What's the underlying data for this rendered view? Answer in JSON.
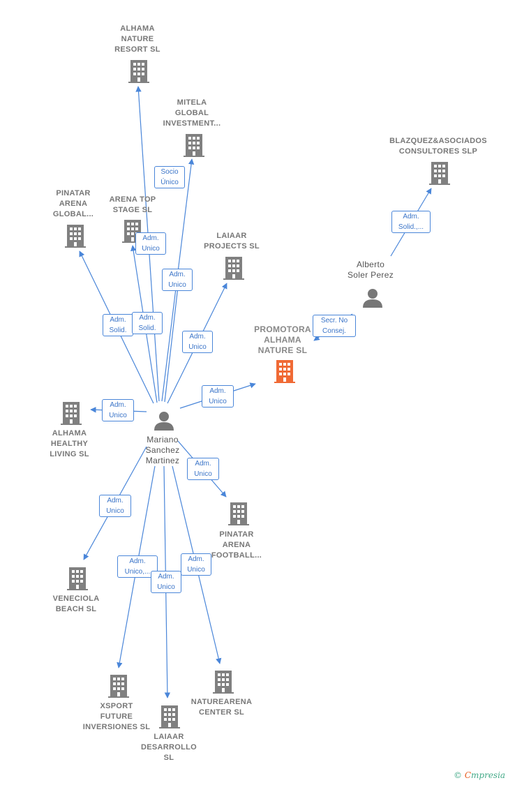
{
  "colors": {
    "edge": "#4a86d9",
    "company": "#808080",
    "focus_company": "#f06a35",
    "person": "#777777"
  },
  "nodes": {
    "alhama_nature_resort": "ALHAMA\nNATURE\nRESORT SL",
    "mitela": "MITELA\nGLOBAL\nINVESTMENT...",
    "blazquez": "BLAZQUEZ&ASOCIADOS\nCONSULTORES SLP",
    "pinatar_global": "PINATAR\nARENA\nGLOBAL...",
    "arena_top": "ARENA TOP\nSTAGE SL",
    "laiaar_projects": "LAIAAR\nPROJECTS SL",
    "alberto": "Alberto\nSoler Perez",
    "promotora": "PROMOTORA\nALHAMA\nNATURE SL",
    "alhama_healthy": "ALHAMA\nHEALTHY\nLIVING SL",
    "mariano": "Mariano\nSanchez\nMartinez",
    "pinatar_football": "PINATAR\nARENA\nFOOTBALL...",
    "veneciola": "VENECIOLA\nBEACH SL",
    "xsport": "XSPORT\nFUTURE\nINVERSIONES SL",
    "laiaar_desarrollo": "LAIAAR\nDESARROLLO\nSL",
    "naturearena": "NATUREARENA\nCENTER SL"
  },
  "edges": {
    "socio_unico": "Socio\nÚnico",
    "adm_unico_arena": "Adm.\nUnico",
    "adm_unico_mitela": "Adm.\nUnico",
    "adm_solid_pinatar": "Adm.\nSolid.",
    "adm_solid_resort": "Adm.\nSolid.",
    "adm_unico_laiaar": "Adm.\nUnico",
    "adm_unico_promotora": "Adm.\nUnico",
    "adm_unico_healthy": "Adm.\nUnico",
    "adm_unico_football": "Adm.\nUnico",
    "adm_unico_veneciola": "Adm.\nUnico",
    "adm_unico_xsport": "Adm.\nUnico,...",
    "adm_unico_desarrollo": "Adm.\nUnico",
    "adm_unico_naturearena": "Adm.\nUnico",
    "adm_solid_blazquez": "Adm.\nSolid.,...",
    "secr_no_consej": "Secr.  No\nConsej."
  },
  "brand": {
    "symbol": "©",
    "initial": "C",
    "name": "mpresia"
  }
}
